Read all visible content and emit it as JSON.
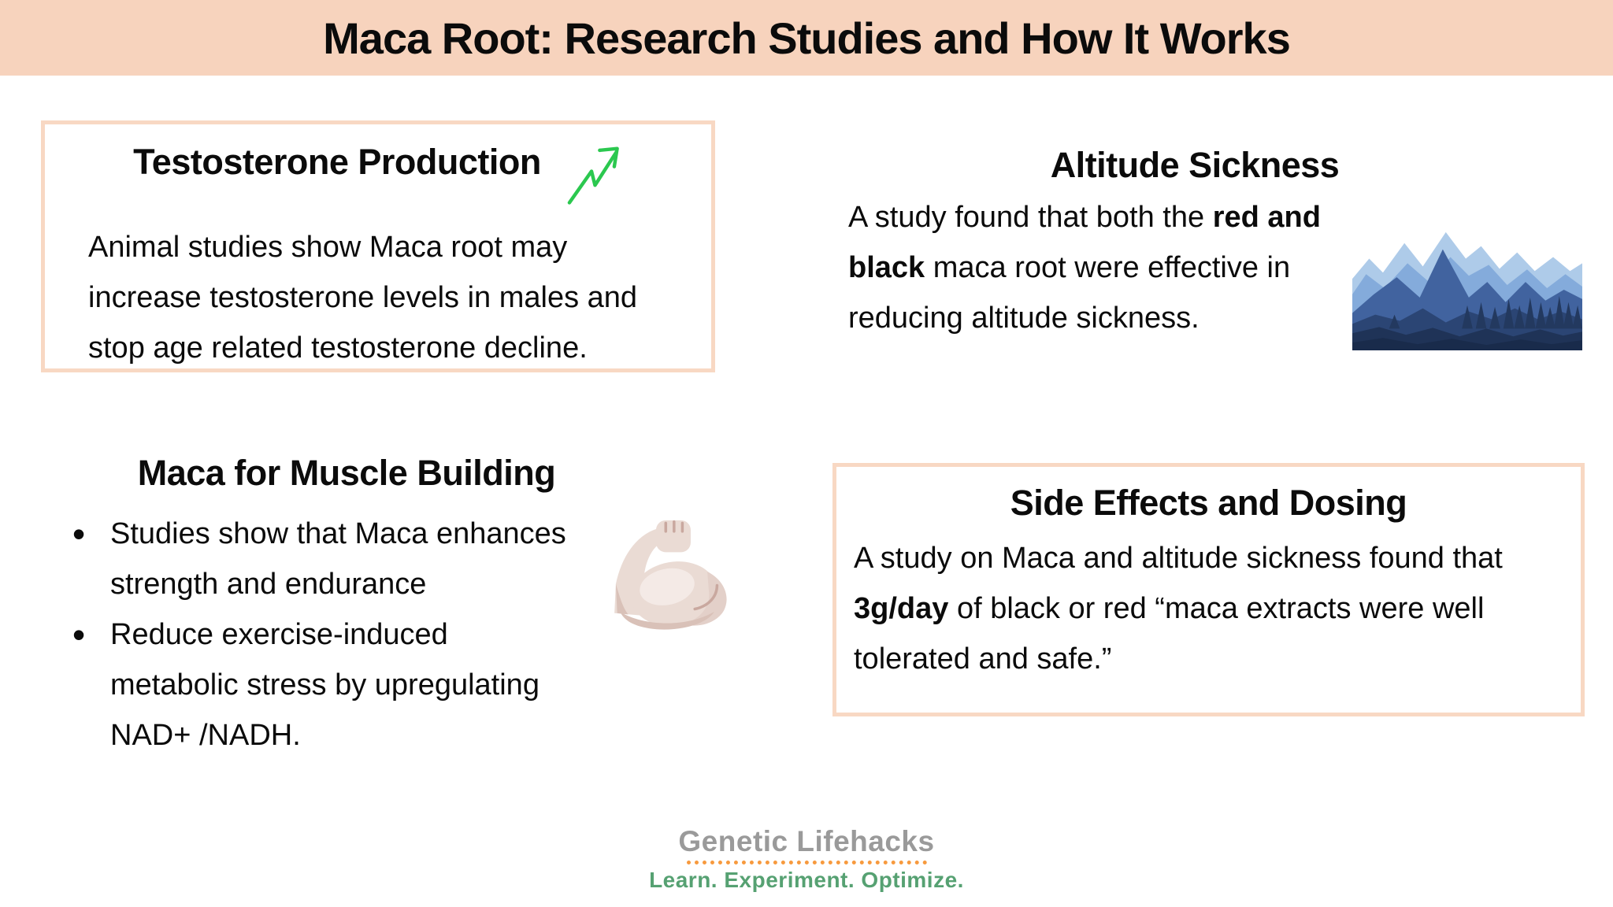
{
  "header": {
    "title": "Maca Root: Research Studies and How It Works",
    "background_color": "#f7d3bd"
  },
  "testosterone": {
    "title": "Testosterone Production",
    "icon": "growth-arrow-icon",
    "icon_color": "#2bc84f",
    "lines": [
      "Animal studies show Maca root may",
      "increase testosterone levels in males and",
      "stop age related testosterone decline."
    ],
    "box_border_color": "#f8d8c3"
  },
  "altitude": {
    "title": "Altitude Sickness",
    "line1_regular": "A study found that  both the ",
    "line1_bold": "red and",
    "line2_bold": "black",
    "line2_regular": " maca root were effective in",
    "line3": "reducing altitude sickness.",
    "icon": "mountains-illustration",
    "mountain_colors": [
      "#aecbe9",
      "#84abdb",
      "#41639f",
      "#2b4574",
      "#1f3357",
      "#192b4b"
    ]
  },
  "muscle": {
    "title": "Maca for Muscle Building",
    "icon": "flexed-biceps-emoji",
    "bullet1_lines": [
      "Studies show that Maca enhances",
      "strength and endurance"
    ],
    "bullet2_lines": [
      "Reduce exercise-induced",
      "metabolic stress by upregulating",
      "NAD+ /NADH."
    ]
  },
  "side_effects": {
    "title": "Side Effects and Dosing",
    "line1": "A study on Maca and altitude sickness found that",
    "line2_bold": "3g/day",
    "line2_regular": " of black or red “maca extracts were well",
    "line3": "tolerated and safe.”",
    "box_border_color": "#f8d8c3"
  },
  "footer": {
    "brand": "Genetic Lifehacks",
    "tagline": "Learn. Experiment. Optimize.",
    "brand_color": "#9a9a9a",
    "tagline_color": "#56a172",
    "dots_color": "#f79a3e"
  }
}
